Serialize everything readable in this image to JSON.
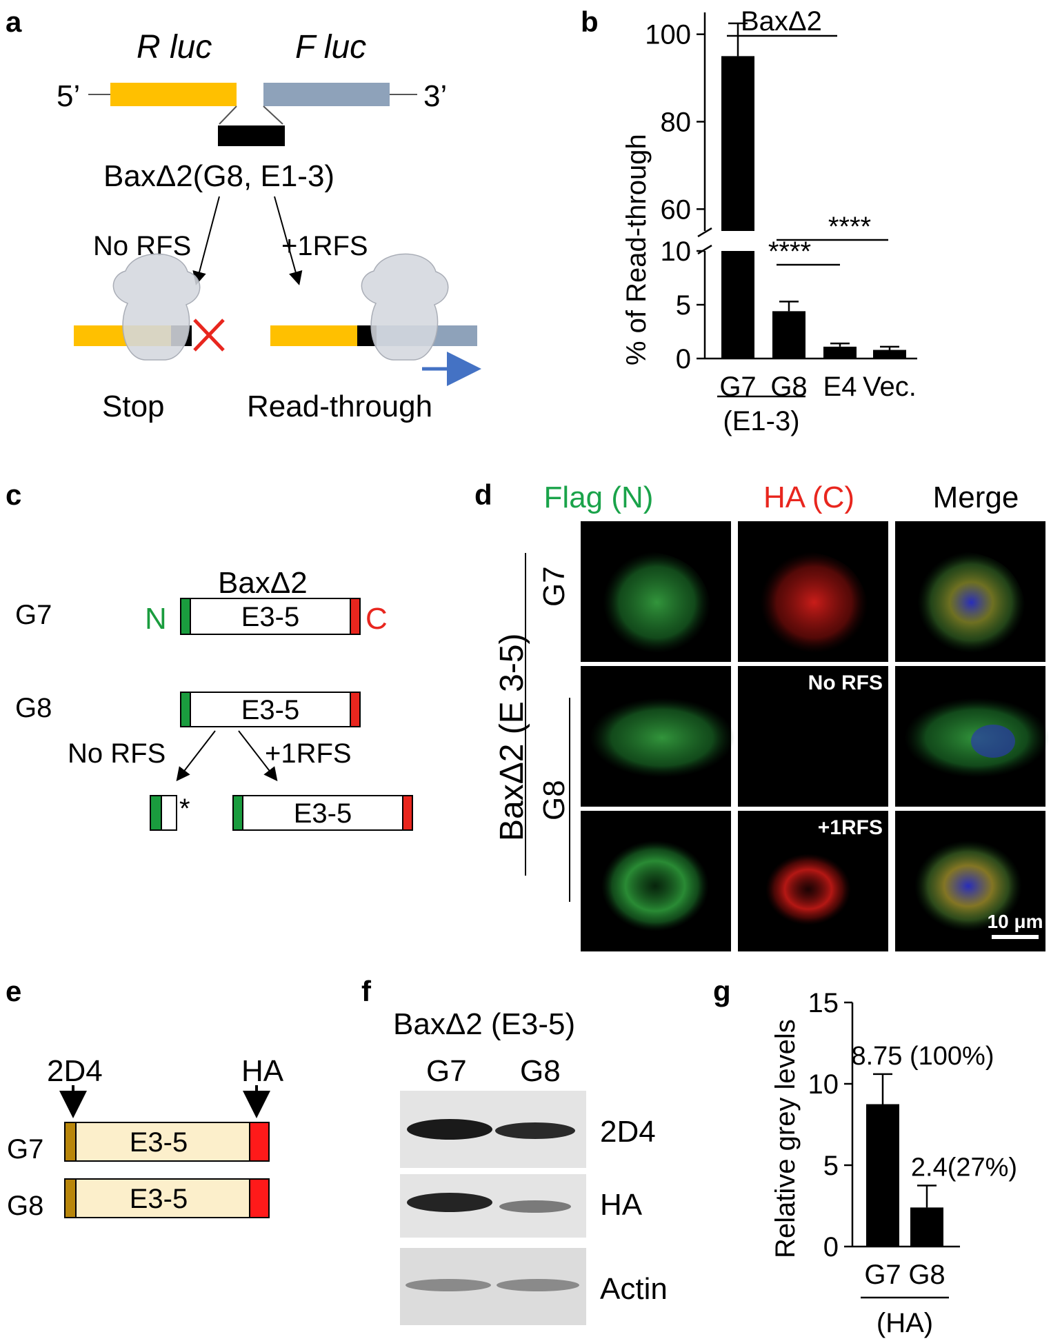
{
  "panels": {
    "a": {
      "label": "a",
      "r_luc": "R luc",
      "f_luc": "F luc",
      "five_prime": "5’",
      "three_prime": "3’",
      "construct": "BaxΔ2(G8, E1-3)",
      "no_rfs": "No RFS",
      "plus_rfs": "+1RFS",
      "stop": "Stop",
      "read_through": "Read-through",
      "colors": {
        "r_luc": "#FFC000",
        "f_luc": "#8EA2BA",
        "insert": "#000000",
        "stop_mark": "#E8261E",
        "arrow": "#4472C4",
        "ribosome": "#D4D7DE"
      }
    },
    "b": {
      "label": "b",
      "bracket_label": "BaxΔ2",
      "sig1": "****",
      "sig2": "****",
      "group_label": "(E1-3)"
    },
    "c": {
      "label": "c",
      "title": "BaxΔ2",
      "g7": "G7",
      "g8": "G8",
      "n": "N",
      "c": "C",
      "domain": "E3-5",
      "no_rfs": "No RFS",
      "plus_rfs": "+1RFS",
      "asterisk": "*",
      "colors": {
        "n_tag": "#1A9C3E",
        "c_tag": "#E8261E"
      }
    },
    "d": {
      "label": "d",
      "col_flag": "Flag (N)",
      "col_ha": "HA (C)",
      "col_merge": "Merge",
      "row_group": "BaxΔ2 (E 3-5)",
      "row_g7": "G7",
      "row_g8": "G8",
      "no_rfs": "No RFS",
      "plus_rfs": "+1RFS",
      "scale_bar": "10 μm",
      "colors": {
        "flag": "#1AA34A",
        "ha": "#E8261E"
      }
    },
    "e": {
      "label": "e",
      "tag_2d4": "2D4",
      "tag_ha": "HA",
      "g7": "G7",
      "g8": "G8",
      "domain": "E3-5",
      "colors": {
        "body": "#FCEFCB",
        "n_tag": "#B8860B",
        "c_tag": "#FF1A1A"
      }
    },
    "f": {
      "label": "f",
      "title": "BaxΔ2 (E3-5)",
      "lane_g7": "G7",
      "lane_g8": "G8",
      "blot_2d4": "2D4",
      "blot_ha": "HA",
      "blot_actin": "Actin"
    },
    "g": {
      "label": "g",
      "group_label": "(HA)"
    }
  },
  "chart_data": [
    {
      "type": "bar",
      "panel": "b",
      "categories": [
        "G7",
        "G8",
        "E4",
        "Vec."
      ],
      "values": [
        95,
        4.4,
        1.1,
        0.8
      ],
      "errors": [
        7.5,
        0.9,
        0.3,
        0.3
      ],
      "ylabel": "% of Read-through",
      "axis_break": {
        "lower": [
          0,
          10
        ],
        "upper": [
          55,
          105
        ]
      },
      "yticks_lower": [
        0,
        5,
        10
      ],
      "yticks_upper": [
        60,
        80,
        100
      ]
    },
    {
      "type": "bar",
      "panel": "g",
      "categories": [
        "G7",
        "G8"
      ],
      "values": [
        8.75,
        2.4
      ],
      "errors": [
        1.85,
        1.35
      ],
      "data_labels": [
        "8.75 (100%)",
        "2.4(27%)"
      ],
      "ylabel": "Relative grey levels",
      "ylim": [
        0,
        15
      ],
      "yticks": [
        0,
        5,
        10,
        15
      ]
    }
  ]
}
